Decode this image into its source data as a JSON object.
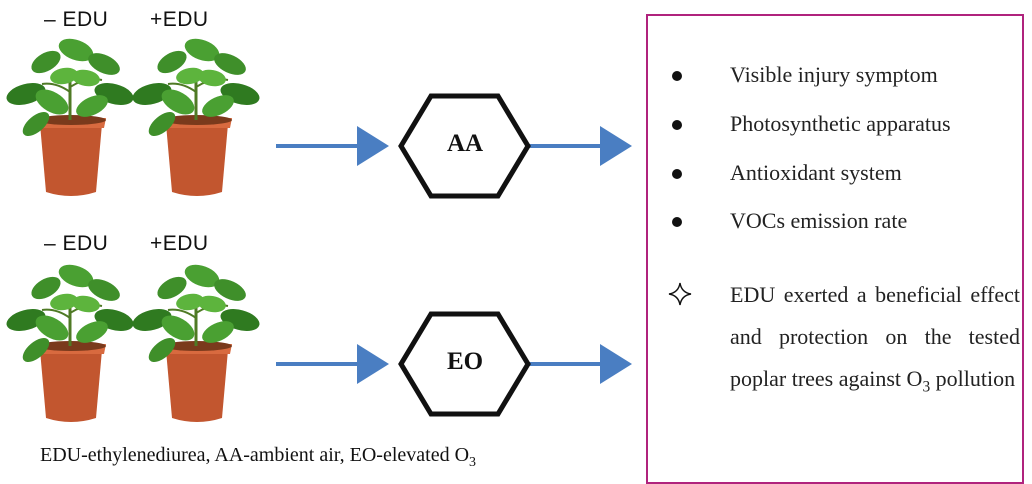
{
  "groups": [
    {
      "minus_label": "– EDU",
      "plus_label": "+EDU",
      "treatment": "AA"
    },
    {
      "minus_label": "– EDU",
      "plus_label": "+EDU",
      "treatment": "EO"
    }
  ],
  "results": {
    "bullets": [
      "Visible injury symptom",
      "Photosynthetic apparatus",
      "Antioxidant system",
      "VOCs emission rate"
    ],
    "conclusion_before_sub": "EDU exerted a beneficial effect and protection on the tested poplar trees against O",
    "conclusion_sub": "3",
    "conclusion_after_sub": " pollution"
  },
  "caption": {
    "main": "EDU-ethylenediurea, AA-ambient air, EO-elevated O",
    "sub": "3"
  },
  "colors": {
    "arrow": "#4a7ec2",
    "panel_border": "#b0237d",
    "leaf": "#3f8f2a",
    "pot": "#c2562f"
  },
  "icons": [
    "plant-icon",
    "arrow-right-icon",
    "hexagon-icon",
    "bullet-dot-icon",
    "four-point-star-icon"
  ]
}
